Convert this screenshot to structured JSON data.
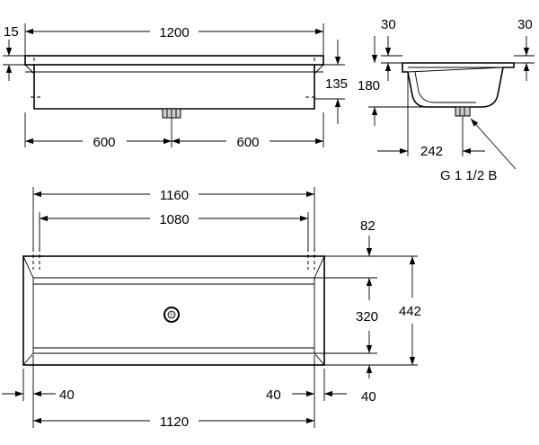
{
  "dimensions": {
    "overall_width": "1200",
    "lip_height": "15",
    "front_height": "135",
    "half_left": "600",
    "half_right": "600",
    "side_lip_left": "30",
    "side_lip_right": "30",
    "side_height": "180",
    "outlet_offset": "242",
    "thread": "G 1 1/2 B",
    "plan_outer_width": "1160",
    "plan_inner_width": "1080",
    "plan_back_ledge": "82",
    "plan_basin_depth": "320",
    "plan_total_depth": "442",
    "plan_left_margin": "40",
    "plan_right_margin": "40",
    "plan_bottom_ledge": "40",
    "plan_base_width": "1120"
  }
}
